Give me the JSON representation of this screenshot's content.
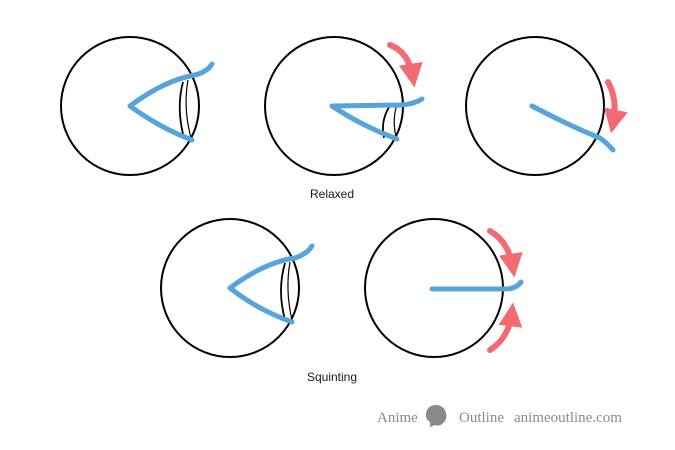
{
  "captions": {
    "relaxed": "Relaxed",
    "squinting": "Squinting"
  },
  "watermark": {
    "brand_left": "Anime",
    "brand_right": "Outline",
    "site": "animeoutline.com"
  },
  "colors": {
    "outline": "#000000",
    "eyelid_stroke": "#55a4dc",
    "arrow": "#f36b72",
    "watermark": "#8a8a8a"
  }
}
